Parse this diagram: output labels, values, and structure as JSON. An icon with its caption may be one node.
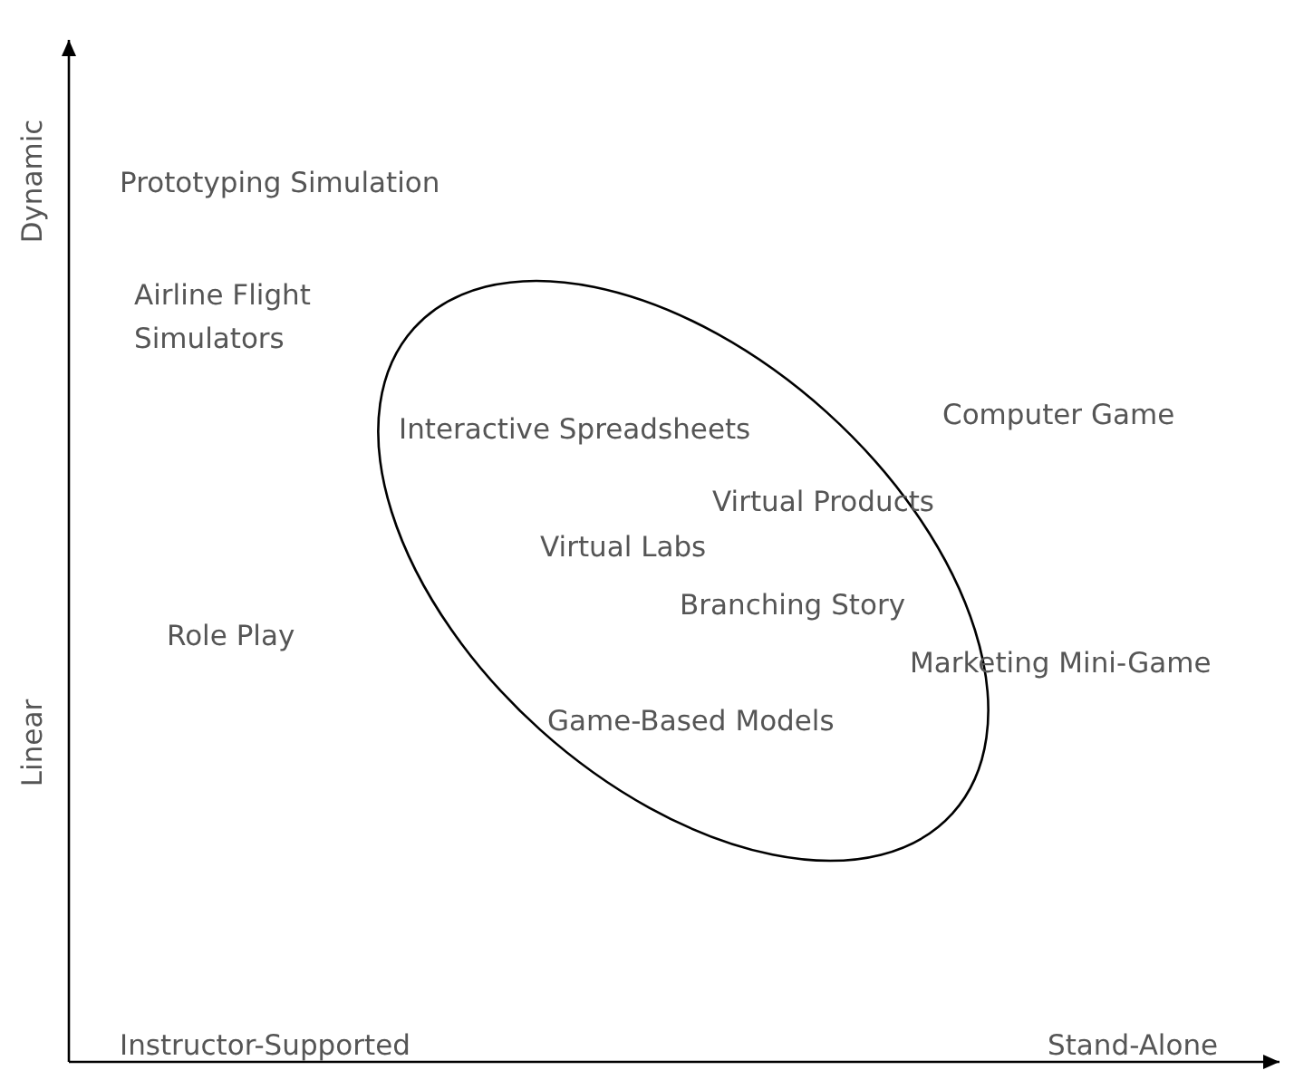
{
  "diagram": {
    "nodes": [
      {
        "text": [],
        "shape": "ellipse"
      }
    ],
    "edges": [],
    "labels": [
      "Dynamic",
      "Prototyping Simulation",
      "Airline Flight Simulators",
      "Interactive Spreadsheets",
      "Computer Game",
      "Virtual Products",
      "Virtual Labs",
      "Branching Story",
      "Role Play",
      "Marketing Mini-Game",
      "Game-Based Models",
      "Linear",
      "Instructor-Supported",
      "Stand-Alone"
    ]
  }
}
